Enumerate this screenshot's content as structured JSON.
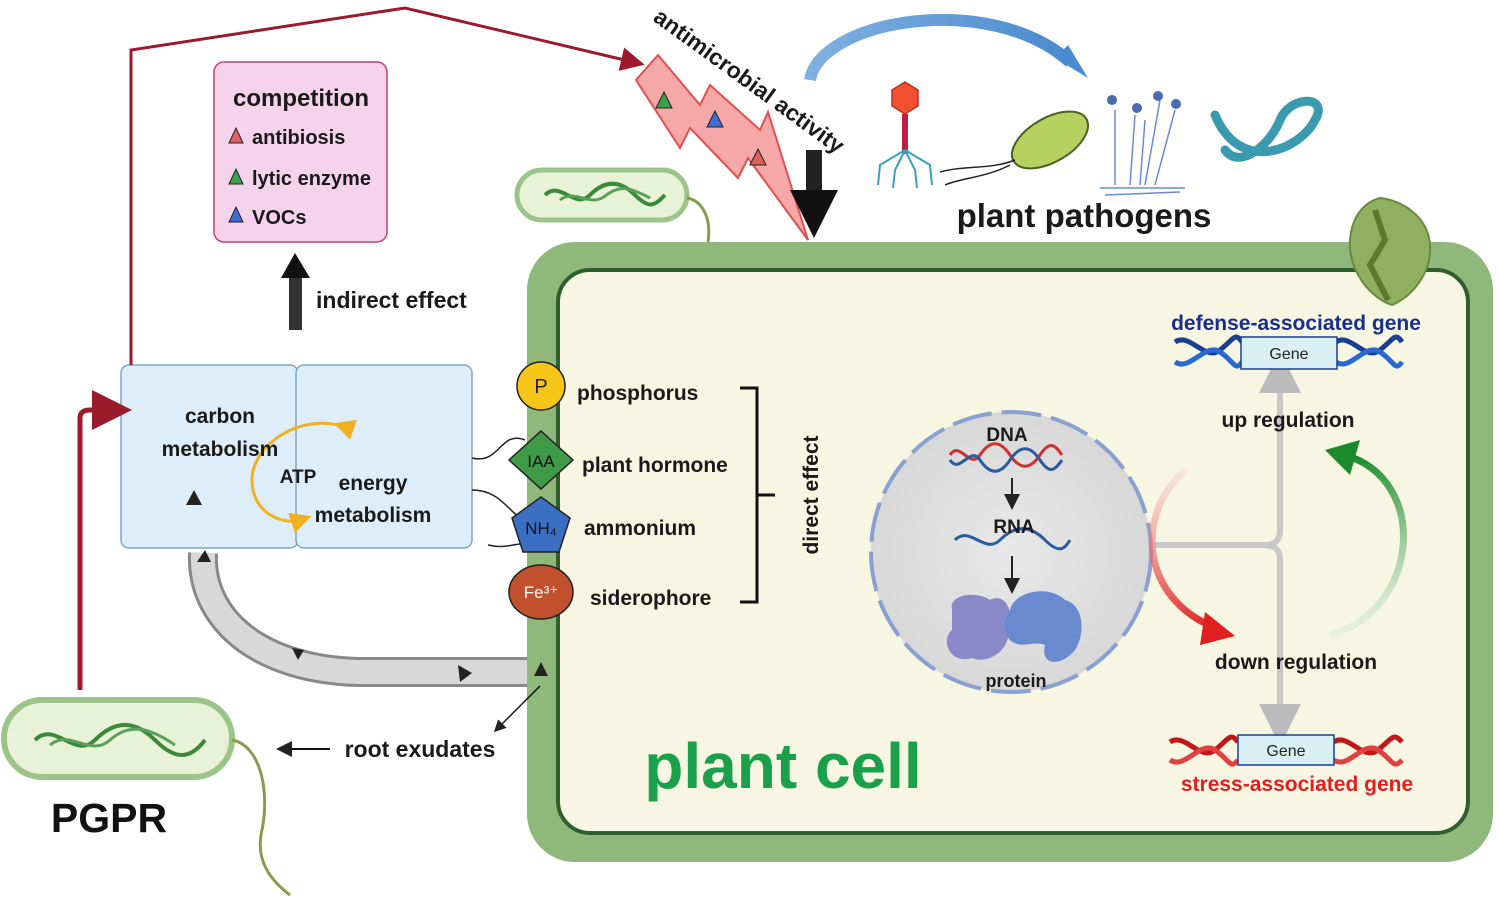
{
  "competition": {
    "title": "competition",
    "items": [
      {
        "label": "antibiosis",
        "color": "#e06060"
      },
      {
        "label": "lytic enzyme",
        "color": "#3aa04a"
      },
      {
        "label": "VOCs",
        "color": "#3f6fd0"
      }
    ]
  },
  "labels": {
    "indirect_effect": "indirect effect",
    "antimicrobial_activity": "antimicrobial activity",
    "plant_pathogens": "plant pathogens",
    "carbon_metabolism_1": "carbon",
    "carbon_metabolism_2": "metabolism",
    "atp": "ATP",
    "energy_metabolism_1": "energy",
    "energy_metabolism_2": "metabolism",
    "direct_effect": "direct effect",
    "root_exudates": "root exudates",
    "pgpr": "PGPR",
    "plant_cell": "plant cell",
    "dna": "DNA",
    "rna": "RNA",
    "protein": "protein",
    "up_regulation": "up regulation",
    "down_regulation": "down regulation",
    "defense_gene": "defense-associated  gene",
    "stress_gene": "stress-associated  gene",
    "gene_box": "Gene"
  },
  "nutrients": [
    {
      "symbol": "P",
      "label": "phosphorus",
      "color": "#f5c518"
    },
    {
      "symbol": "IAA",
      "label": "plant hormone",
      "color": "#3f9a48"
    },
    {
      "symbol": "NH₄",
      "label": "ammonium",
      "color": "#3a6fc4"
    },
    {
      "symbol": "Fe³⁺",
      "label": "siderophore",
      "color": "#c0502e"
    }
  ],
  "colors": {
    "cell_wall": "#8fb87a",
    "cytoplasm": "#f7f6e2",
    "plant_cell_text": "#1aa04a",
    "defense_text": "#1a2f8a",
    "stress_text": "#e02020",
    "arrow_dark_red": "#9b1b2b",
    "competition_box": "#f6d3ec"
  }
}
